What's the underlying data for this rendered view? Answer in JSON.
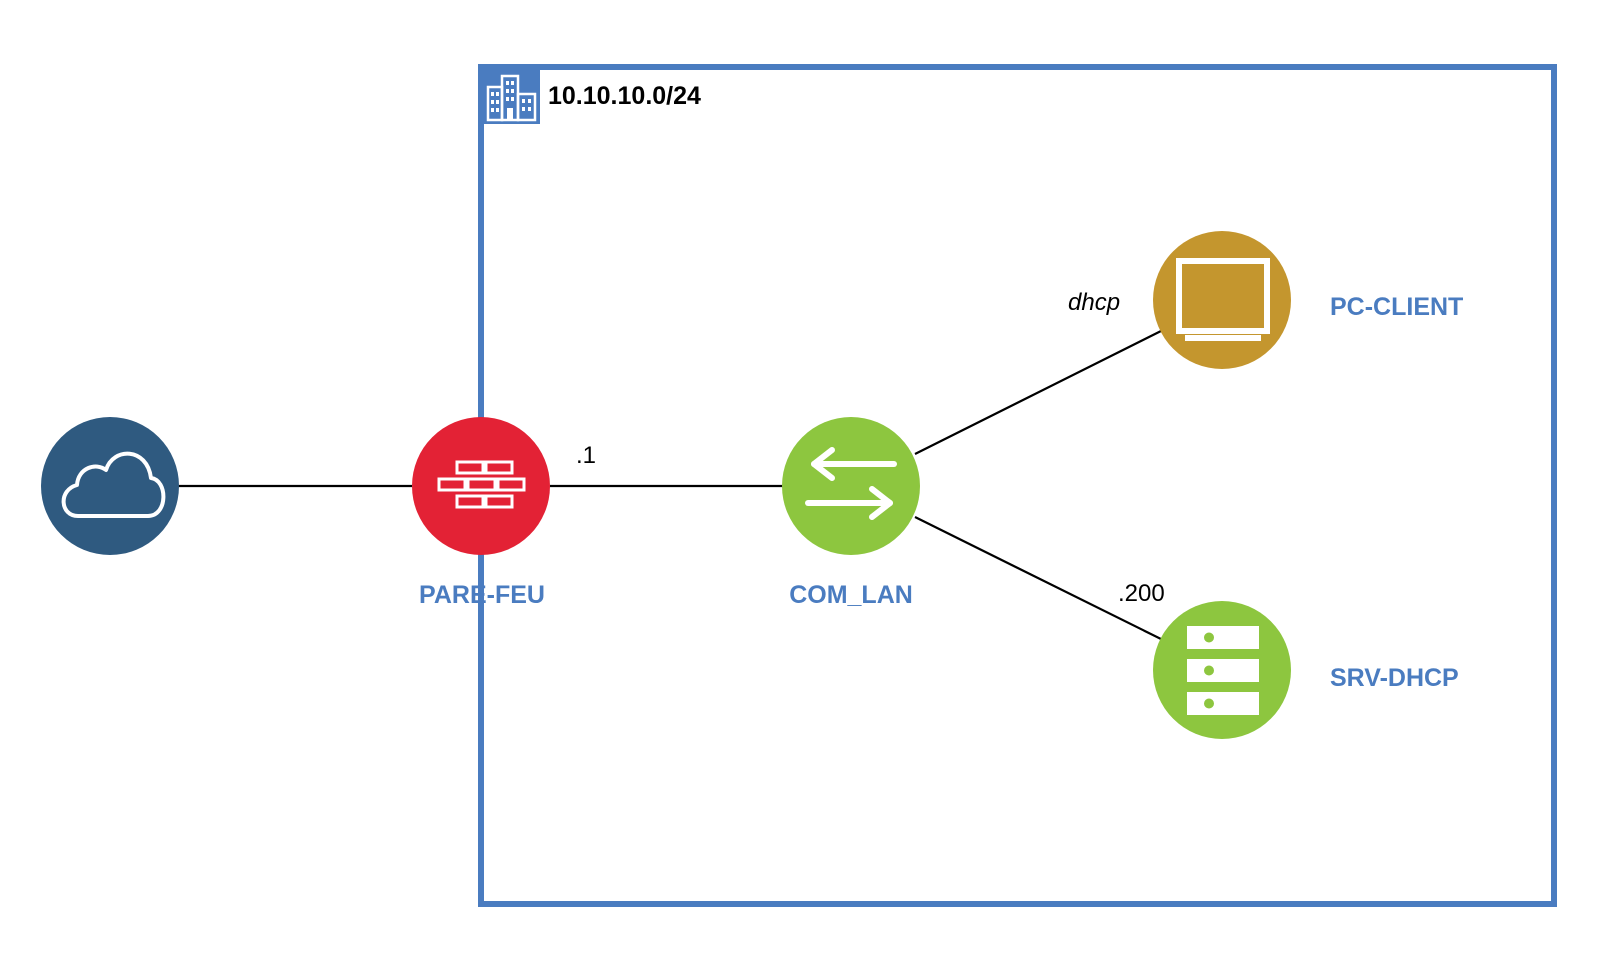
{
  "colors": {
    "subnet_border": "#4a7cc0",
    "label_blue": "#4a7cc0",
    "cloud": "#2f5a80",
    "firewall": "#e32235",
    "switch": "#8dc63f",
    "pc": "#c4962e",
    "server": "#8dc63f",
    "link": "#000000"
  },
  "subnet": {
    "label": "10.10.10.0/24",
    "icon": "building-icon"
  },
  "nodes": {
    "internet": {
      "label": "",
      "icon": "cloud-icon"
    },
    "firewall": {
      "label": "PARE-FEU",
      "icon": "firewall-icon"
    },
    "switch": {
      "label": "COM_LAN",
      "icon": "switch-arrows-icon"
    },
    "pc": {
      "label": "PC-CLIENT",
      "icon": "monitor-icon"
    },
    "server": {
      "label": "SRV-DHCP",
      "icon": "server-icon"
    }
  },
  "links": {
    "firewall_switch": ".1",
    "switch_pc": "dhcp",
    "switch_server": ".200"
  }
}
